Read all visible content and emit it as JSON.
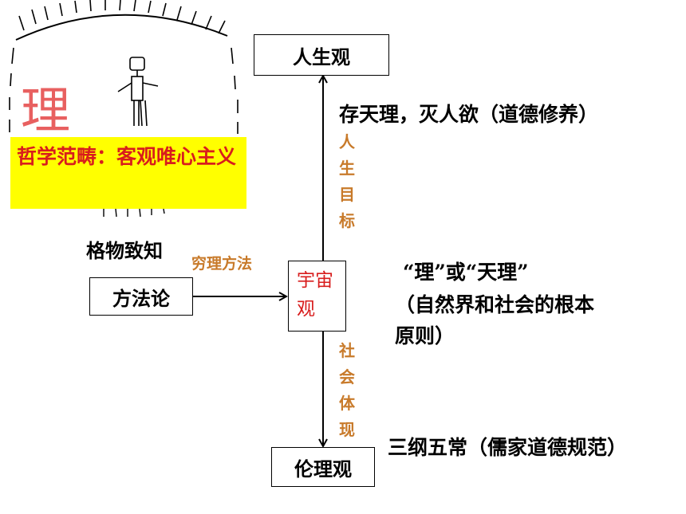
{
  "boxes": {
    "outlook_on_life": "人生观",
    "ethics": "伦理观",
    "methodology": "方法论",
    "cosmology": "宇宙观"
  },
  "labels": {
    "top_right": "存天理，灭人欲（道德修养）",
    "middle_right_line1": "“理”或“天理”",
    "middle_right_line2": "（自然界和社会的根本",
    "middle_right_line3": "原则）",
    "bottom_right": "三纲五常（儒家道德规范）",
    "left_top": "格物致知"
  },
  "arrow_labels": {
    "up": "人生目标",
    "down": "社会体现",
    "horizontal": "穷理方法"
  },
  "note": {
    "text": "哲学范畴：客观唯心主义"
  },
  "sketch": {
    "character": "理"
  },
  "colors": {
    "accent_red": "#d81d1d",
    "arrow_label": "#c87a2a",
    "note_bg": "#ffff00",
    "sketch_red": "#e86060"
  }
}
